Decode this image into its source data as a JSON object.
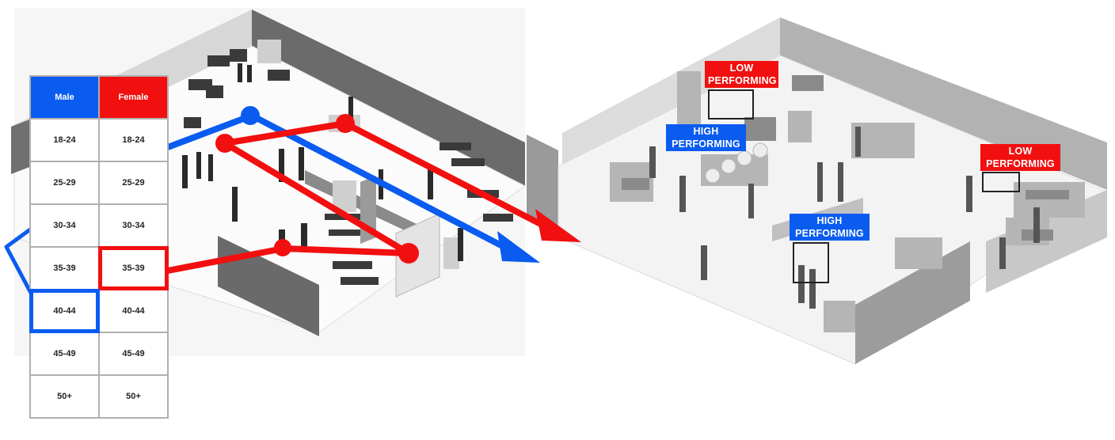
{
  "age_table": {
    "headers": {
      "male": "Male",
      "female": "Female"
    },
    "rows": [
      {
        "male": "18-24",
        "female": "18-24"
      },
      {
        "male": "25-29",
        "female": "25-29"
      },
      {
        "male": "30-34",
        "female": "30-34"
      },
      {
        "male": "35-39",
        "female": "35-39"
      },
      {
        "male": "40-44",
        "female": "40-44"
      },
      {
        "male": "45-49",
        "female": "45-49"
      },
      {
        "male": "50+",
        "female": "50+"
      }
    ],
    "highlight": {
      "male": "40-44",
      "female": "35-39"
    }
  },
  "labels": {
    "low_1": [
      "LOW",
      "PERFORMING"
    ],
    "high_1": [
      "HIGH",
      "PERFORMING"
    ],
    "low_2": [
      "LOW",
      "PERFORMING"
    ],
    "high_2": [
      "HIGH",
      "PERFORMING"
    ]
  },
  "colors": {
    "male": "#0a5cf0",
    "female": "#f20f0f",
    "floor": "#f4f4f4",
    "wall": "#6e6e6e"
  }
}
